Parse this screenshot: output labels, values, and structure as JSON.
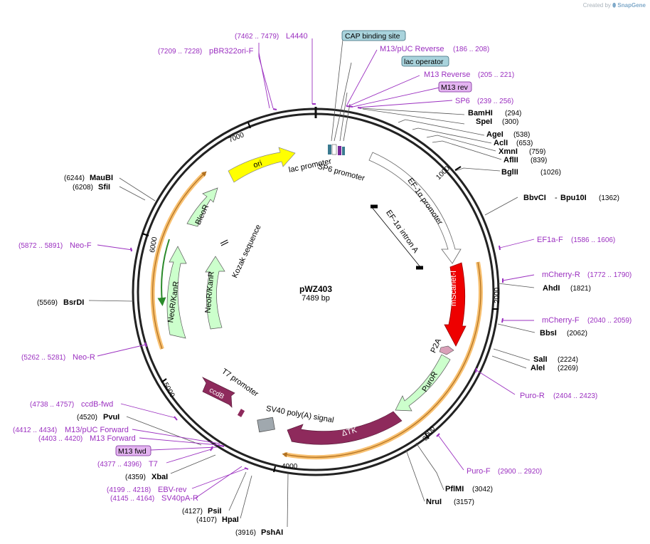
{
  "credit": {
    "prefix": "Created by",
    "brand": "SnapGene"
  },
  "plasmid": {
    "name": "pWZ403",
    "length": "7489 bp"
  },
  "ticks": [
    "1000",
    "2000",
    "3000",
    "4000",
    "5000",
    "6000",
    "7000"
  ],
  "features": {
    "lac_promoter": "lac promoter",
    "sp6_promoter": "SP6 promoter",
    "ef1a_promoter": "EF-1α promoter",
    "ef1a_intron": "EF-1α intron A",
    "mscarlet": "mScarlet-I",
    "p2a": "P2A",
    "puror": "PuroR",
    "dtk": "ΔTK",
    "sv40pa": "SV40 poly(A) signal",
    "t7_promoter": "T7 promoter",
    "ccdb": "ccdB",
    "kozak": "Kozak sequence",
    "neor1": "NeoR/KanR",
    "neor2": "NeoR/KanR",
    "bleor": "BleoR",
    "ori": "ori"
  },
  "boxed": {
    "cap": "CAP binding site",
    "lacop": "lac operator",
    "m13rev": "M13 rev",
    "m13fwd": "M13 fwd"
  },
  "primers": {
    "l4440": {
      "name": "L4440",
      "range": "(7462 .. 7479)"
    },
    "pbr322": {
      "name": "pBR322ori-F",
      "range": "(7209 .. 7228)"
    },
    "m13puc_rev": {
      "name": "M13/pUC Reverse",
      "range": "(186 .. 208)"
    },
    "m13_reverse": {
      "name": "M13 Reverse",
      "range": "(205 .. 221)"
    },
    "sp6": {
      "name": "SP6",
      "range": "(239 .. 256)"
    },
    "ef1af": {
      "name": "EF1a-F",
      "range": "(1586 .. 1606)"
    },
    "mcherry_r": {
      "name": "mCherry-R",
      "range": "(1772 .. 1790)"
    },
    "mcherry_f": {
      "name": "mCherry-F",
      "range": "(2040 .. 2059)"
    },
    "puro_r": {
      "name": "Puro-R",
      "range": "(2404 .. 2423)"
    },
    "puro_f": {
      "name": "Puro-F",
      "range": "(2900 .. 2920)"
    },
    "neo_f": {
      "name": "Neo-F",
      "range": "(5872 .. 5891)"
    },
    "neo_r": {
      "name": "Neo-R",
      "range": "(5262 .. 5281)"
    },
    "ccdb_fwd": {
      "name": "ccdB-fwd",
      "range": "(4738 .. 4757)"
    },
    "m13puc_fwd": {
      "name": "M13/pUC Forward",
      "range": "(4412 .. 4434)"
    },
    "m13_forward": {
      "name": "M13 Forward",
      "range": "(4403 .. 4420)"
    },
    "t7": {
      "name": "T7",
      "range": "(4377 .. 4396)"
    },
    "ebv_rev": {
      "name": "EBV-rev",
      "range": "(4199 .. 4218)"
    },
    "sv40pa_r": {
      "name": "SV40pA-R",
      "range": "(4145 .. 4164)"
    }
  },
  "enzymes": {
    "bamhi": {
      "name": "BamHI",
      "pos": "(294)"
    },
    "spei": {
      "name": "SpeI",
      "pos": "(300)"
    },
    "agei": {
      "name": "AgeI",
      "pos": "(538)"
    },
    "acli": {
      "name": "AclI",
      "pos": "(653)"
    },
    "xmni": {
      "name": "XmnI",
      "pos": "(759)"
    },
    "aflii": {
      "name": "AflII",
      "pos": "(839)"
    },
    "bglii": {
      "name": "BglII",
      "pos": "(1026)"
    },
    "bbvci": {
      "name": "BbvCI",
      "sep": "-",
      "name2": "Bpu10I",
      "pos": "(1362)"
    },
    "ahdi": {
      "name": "AhdI",
      "pos": "(1821)"
    },
    "bbsi": {
      "name": "BbsI",
      "pos": "(2062)"
    },
    "sali": {
      "name": "SalI",
      "pos": "(2224)"
    },
    "alei": {
      "name": "AleI",
      "pos": "(2269)"
    },
    "pflmi": {
      "name": "PflMI",
      "pos": "(3042)"
    },
    "nrui": {
      "name": "NruI",
      "pos": "(3157)"
    },
    "pshai": {
      "name": "PshAI",
      "pos": "(3916)"
    },
    "hpai": {
      "name": "HpaI",
      "pos": "(4107)"
    },
    "psii": {
      "name": "PsiI",
      "pos": "(4127)"
    },
    "xbai": {
      "name": "XbaI",
      "pos": "(4359)"
    },
    "pvui": {
      "name": "PvuI",
      "pos": "(4520)"
    },
    "bsrdi": {
      "name": "BsrDI",
      "pos": "(5569)"
    },
    "sfii": {
      "name": "SfiI",
      "pos": "(6208)"
    },
    "maubi": {
      "name": "MauBI",
      "pos": "(6244)"
    }
  },
  "colors": {
    "mscarlet": "#ee0000",
    "dtk": "#8e2a5c",
    "ccdb": "#8e2a5c",
    "ori": "#ffff00",
    "resistance": "#ccffcc",
    "orf": "#f8c070",
    "primer": "#9b30c0",
    "cap_box": "#a9d3dc",
    "m13_box": "#e3b4f0"
  }
}
